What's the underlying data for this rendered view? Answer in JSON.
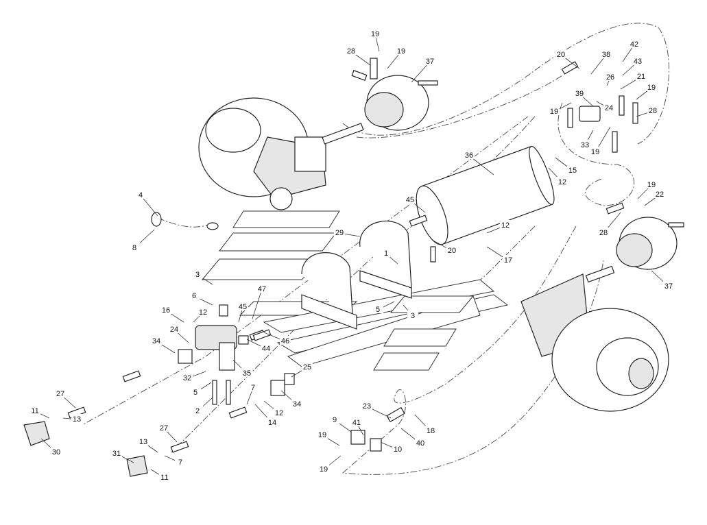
{
  "diagram": {
    "type": "exploded parts diagram - air brake system",
    "callouts": [
      "19",
      "28",
      "19",
      "37",
      "20",
      "38",
      "42",
      "43",
      "26",
      "21",
      "39",
      "19",
      "24",
      "19",
      "28",
      "33",
      "19",
      "36",
      "15",
      "12",
      "19",
      "22",
      "45",
      "12",
      "28",
      "29",
      "20",
      "17",
      "1",
      "37",
      "4",
      "8",
      "3",
      "47",
      "6",
      "45",
      "16",
      "12",
      "5",
      "3",
      "24",
      "46",
      "34",
      "44",
      "25",
      "35",
      "32",
      "5",
      "7",
      "2",
      "34",
      "12",
      "14",
      "27",
      "11",
      "13",
      "30",
      "23",
      "18",
      "9",
      "41",
      "10",
      "40",
      "19",
      "19",
      "27",
      "13",
      "7",
      "31",
      "11"
    ]
  }
}
